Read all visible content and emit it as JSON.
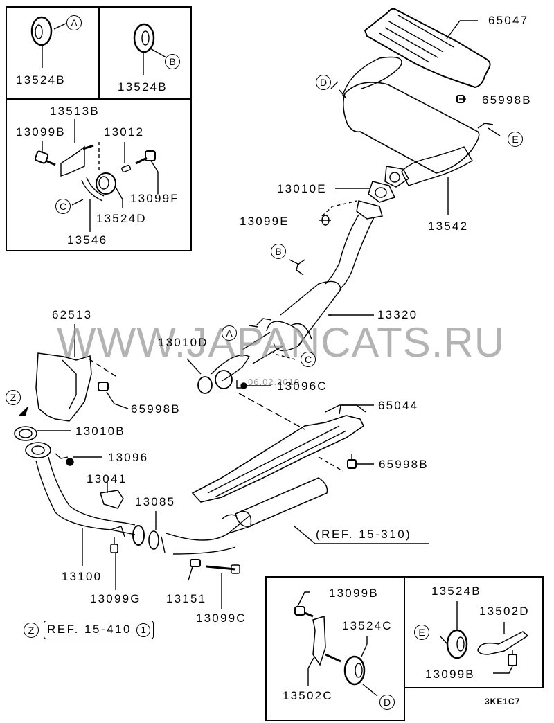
{
  "diagram": {
    "title_code": "3KE1C7",
    "watermark": "WWW.JAPANCATS.RU",
    "date_stamp": "06.02.2019",
    "main_parts": [
      {
        "id": "65047",
        "label": "65047"
      },
      {
        "id": "65998B_top",
        "label": "65998B"
      },
      {
        "id": "13010E",
        "label": "13010E"
      },
      {
        "id": "13099E",
        "label": "13099E"
      },
      {
        "id": "13542",
        "label": "13542"
      },
      {
        "id": "13320",
        "label": "13320"
      },
      {
        "id": "62513",
        "label": "62513"
      },
      {
        "id": "13010D",
        "label": "13010D"
      },
      {
        "id": "65998B_mid",
        "label": "65998B"
      },
      {
        "id": "13096C",
        "label": "13096C"
      },
      {
        "id": "13010B",
        "label": "13010B"
      },
      {
        "id": "65044",
        "label": "65044"
      },
      {
        "id": "13096",
        "label": "13096"
      },
      {
        "id": "65998B_low",
        "label": "65998B"
      },
      {
        "id": "13041",
        "label": "13041"
      },
      {
        "id": "13085",
        "label": "13085"
      },
      {
        "id": "13100",
        "label": "13100"
      },
      {
        "id": "13099G",
        "label": "13099G"
      },
      {
        "id": "13151",
        "label": "13151"
      },
      {
        "id": "13099C",
        "label": "13099C"
      }
    ],
    "references": {
      "converter_ref": "(REF. 15-310)",
      "z_ref": "REF. 15-410",
      "z_ref_index": "1"
    },
    "callouts": {
      "A": "A",
      "B": "B",
      "C": "C",
      "D": "D",
      "E": "E",
      "Z": "Z"
    },
    "inset_boxes": {
      "hanger_a": {
        "part": "13524B",
        "callout": "A"
      },
      "hanger_b": {
        "part": "13524B",
        "callout": "B"
      },
      "hanger_c": {
        "parts": [
          "13513B",
          "13099B",
          "13012",
          "13099F",
          "13524D",
          "13546"
        ],
        "callout": "C"
      },
      "hanger_d": {
        "parts": [
          "13099B",
          "13524C",
          "13502C"
        ],
        "callout": "D"
      },
      "hanger_e": {
        "parts": [
          "13524B",
          "13502D",
          "13099B"
        ],
        "callout": "E"
      }
    }
  }
}
